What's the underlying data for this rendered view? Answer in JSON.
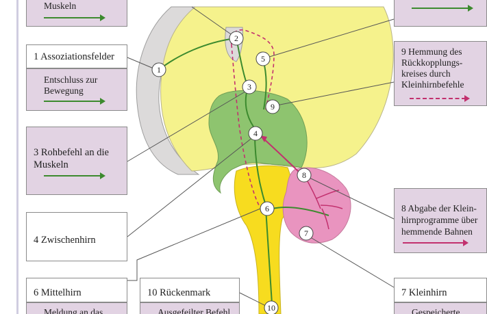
{
  "boxes": {
    "top_left": {
      "text": "Muskeln"
    },
    "b1": {
      "title": "1 Assoziationsfelder",
      "sub": "Entschluss zur\nBewegung"
    },
    "b3": {
      "title": "3 Rohbefehl an die\nMuskeln"
    },
    "b4": {
      "title": "4 Zwischenhirn"
    },
    "b6": {
      "title": "6 Mittelhirn",
      "sub": "Meldung an das"
    },
    "b10": {
      "title": "10 Rückenmark",
      "sub": "Ausgefeilter Befehl"
    },
    "b9": {
      "title": "9 Hemmung des\nRückkopplungs-\nkreises durch\nKleinhirnbefehle"
    },
    "b8": {
      "title": "8 Abgabe der Klein-\nhirnprogramme über\nhemmende Bahnen"
    },
    "b7": {
      "title": "7 Kleinhirn",
      "sub": "Gespeicherte"
    }
  },
  "markers": [
    "1",
    "2",
    "3",
    "4",
    "5",
    "6",
    "7",
    "8",
    "9",
    "10"
  ],
  "colors": {
    "cortex": "#f5f28c",
    "gray_matter": "#dcdada",
    "gray_outline": "#9c9c9c",
    "diencephalon": "#8ec46f",
    "brainstem": "#f7dc1f",
    "cerebellum": "#e994bf",
    "green_path": "#3c8a2e",
    "pink_path": "#c2306e",
    "box_purple": "#e2d3e3",
    "box_border": "#8a8a8a"
  }
}
